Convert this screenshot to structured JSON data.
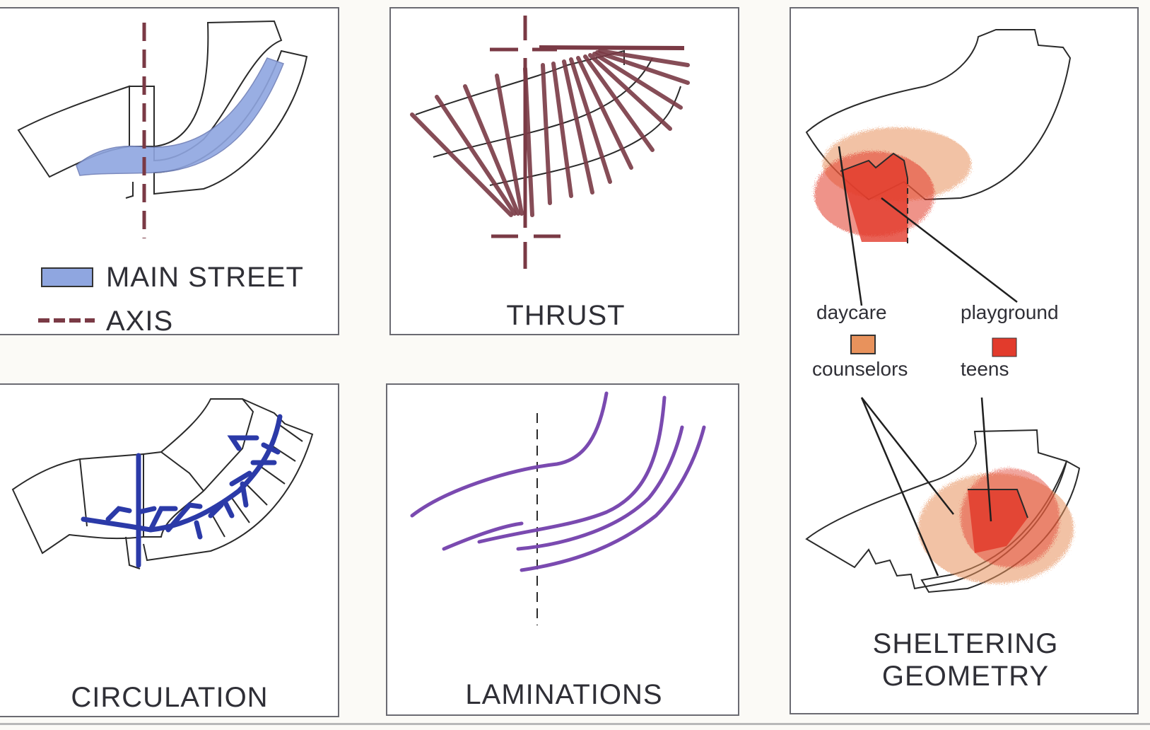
{
  "colors": {
    "main_street": "#8fa6e0",
    "axis": "#7a3a45",
    "circulation": "#2b3aa8",
    "laminations": "#7a4ab0",
    "daycare": "#e8925c",
    "playground": "#e23b2c",
    "ink": "#2a2a2a",
    "frame": "#6b6b72"
  },
  "panels": {
    "main_street": {
      "legend": [
        {
          "label": "MAIN STREET",
          "swatch": "main-street-swatch"
        },
        {
          "label": "AXIS",
          "swatch": "axis-swatch"
        }
      ]
    },
    "thrust": {
      "caption": "THRUST"
    },
    "circulation": {
      "caption": "CIRCULATION"
    },
    "laminations": {
      "caption": "LAMINATIONS"
    },
    "sheltering": {
      "caption_line1": "SHELTERING",
      "caption_line2": "GEOMETRY",
      "labels": {
        "daycare": "daycare",
        "playground": "playground",
        "counselors": "counselors",
        "teens": "teens"
      }
    }
  }
}
